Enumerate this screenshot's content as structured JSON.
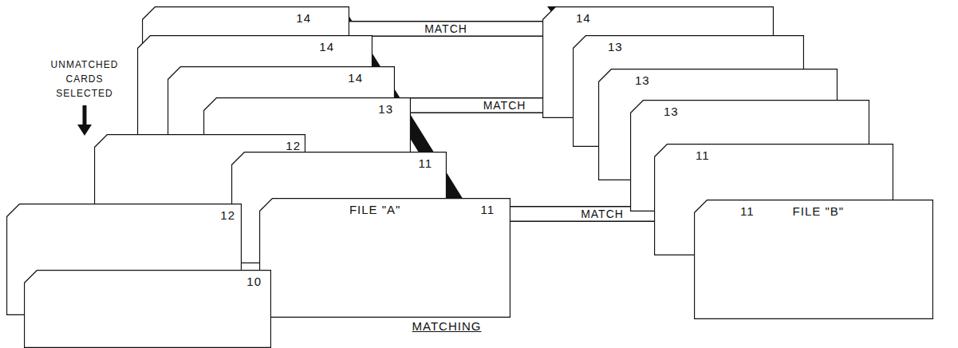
{
  "diagram": {
    "caption": "MATCHING",
    "nodes": [
      {
        "text": [
          "14"
        ]
      },
      {
        "text": [
          "14"
        ]
      },
      {
        "text": [
          "14"
        ]
      },
      {
        "text": [
          "13"
        ]
      },
      {
        "text": [
          "14"
        ]
      },
      {
        "text": [
          "13"
        ]
      },
      {
        "text": [
          "13"
        ]
      },
      {
        "text": [
          "13"
        ]
      },
      {
        "text": [
          "12"
        ]
      },
      {
        "text": [
          "11"
        ]
      },
      {
        "text": [
          "11"
        ]
      },
      {
        "text": [
          "12"
        ]
      },
      {
        "text": [
          "FILE \"A\"",
          "11"
        ]
      },
      {
        "text": [
          "11",
          "FILE \"B\""
        ]
      },
      {
        "text": [
          "10"
        ]
      }
    ],
    "edges": [
      {
        "from": 0,
        "to": 1,
        "label": "MATCH",
        "arrow": "none"
      },
      {
        "from": 6,
        "to": 5,
        "label": "MATCH",
        "arrow": "none"
      },
      {
        "from": 12,
        "to": 13,
        "label": "MATCH",
        "arrow": "none"
      }
    ],
    "labels": [
      "UNMATCHED CARDS SELECTED"
    ]
  }
}
